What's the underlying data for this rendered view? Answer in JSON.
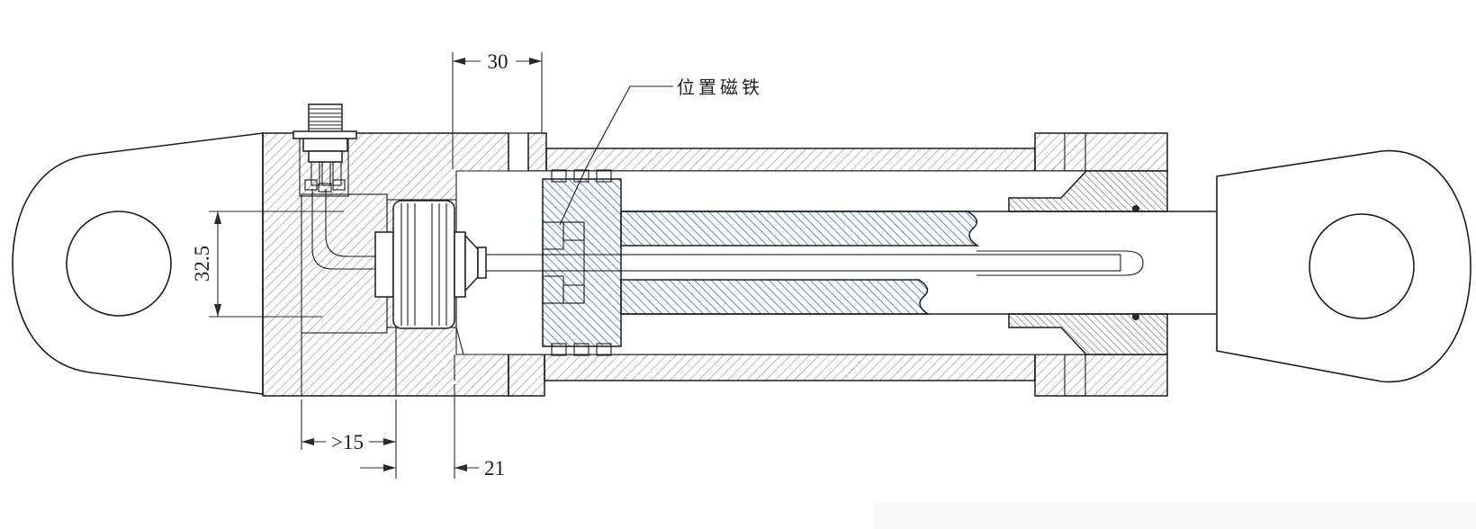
{
  "drawing": {
    "annotations": {
      "magnet_label": "位置磁铁",
      "dim_top": "30",
      "dim_left": "32.5",
      "dim_bottom_min": ">15",
      "dim_bottom_offset": "21"
    },
    "colors": {
      "line": "#1c1c1c",
      "hatch_gray": "#8c8c8c",
      "hatch_gland": "#606060",
      "hatch_blue": "#4677be",
      "magnet_fill": "#1f1f1f",
      "oring_fill": "#262626",
      "footer_strip": "#f8f8f8"
    }
  }
}
